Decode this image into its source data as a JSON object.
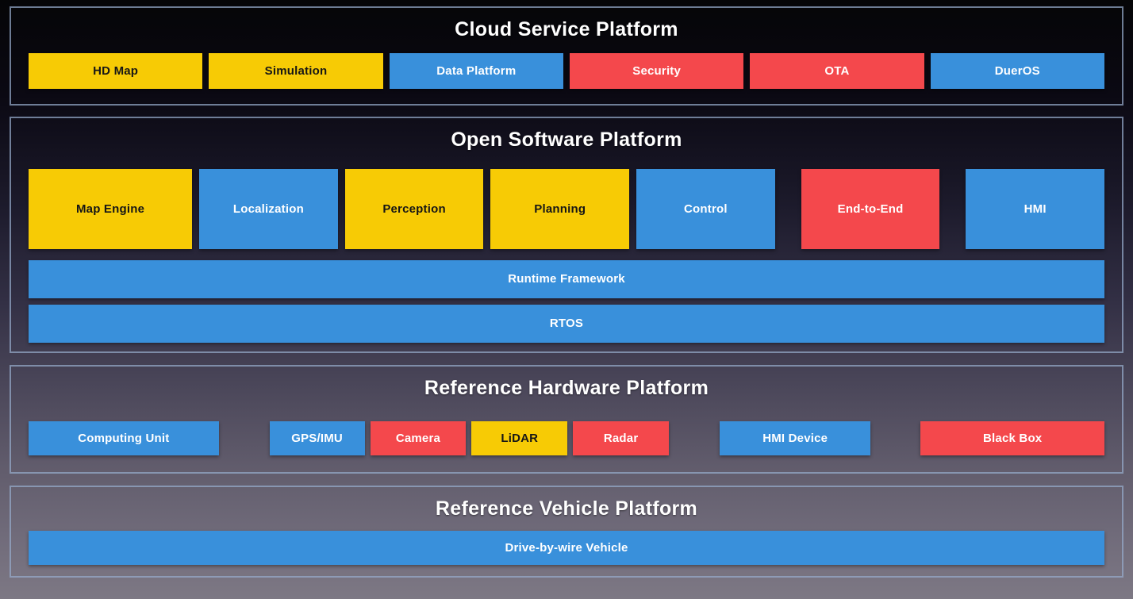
{
  "colors": {
    "yellow": "#F7CB05",
    "yellow_text": "#161616",
    "blue": "#3990DB",
    "red": "#F4484C",
    "panel_border": "#96AACA",
    "title_text": "#FFFFFF"
  },
  "sections": [
    {
      "title": "Cloud Service Platform",
      "boxes": [
        {
          "label": "HD Map",
          "color": "yellow"
        },
        {
          "label": "Simulation",
          "color": "yellow"
        },
        {
          "label": "Data Platform",
          "color": "blue"
        },
        {
          "label": "Security",
          "color": "red"
        },
        {
          "label": "OTA",
          "color": "red"
        },
        {
          "label": "DuerOS",
          "color": "blue"
        }
      ]
    },
    {
      "title": "Open Software Platform",
      "modules": [
        {
          "label": "Map Engine",
          "color": "yellow"
        },
        {
          "label": "Localization",
          "color": "blue"
        },
        {
          "label": "Perception",
          "color": "yellow"
        },
        {
          "label": "Planning",
          "color": "yellow"
        },
        {
          "label": "Control",
          "color": "blue"
        },
        {
          "label": "End-to-End",
          "color": "red"
        },
        {
          "label": "HMI",
          "color": "blue"
        }
      ],
      "bars": [
        {
          "label": "Runtime Framework",
          "color": "blue"
        },
        {
          "label": "RTOS",
          "color": "blue"
        }
      ]
    },
    {
      "title": "Reference Hardware Platform",
      "boxes": [
        {
          "label": "Computing Unit",
          "color": "blue"
        },
        {
          "label": "GPS/IMU",
          "color": "blue"
        },
        {
          "label": "Camera",
          "color": "red"
        },
        {
          "label": "LiDAR",
          "color": "yellow"
        },
        {
          "label": "Radar",
          "color": "red"
        },
        {
          "label": "HMI Device",
          "color": "blue"
        },
        {
          "label": "Black Box",
          "color": "red"
        }
      ]
    },
    {
      "title": "Reference Vehicle Platform",
      "bars": [
        {
          "label": "Drive-by-wire Vehicle",
          "color": "blue"
        }
      ]
    }
  ]
}
